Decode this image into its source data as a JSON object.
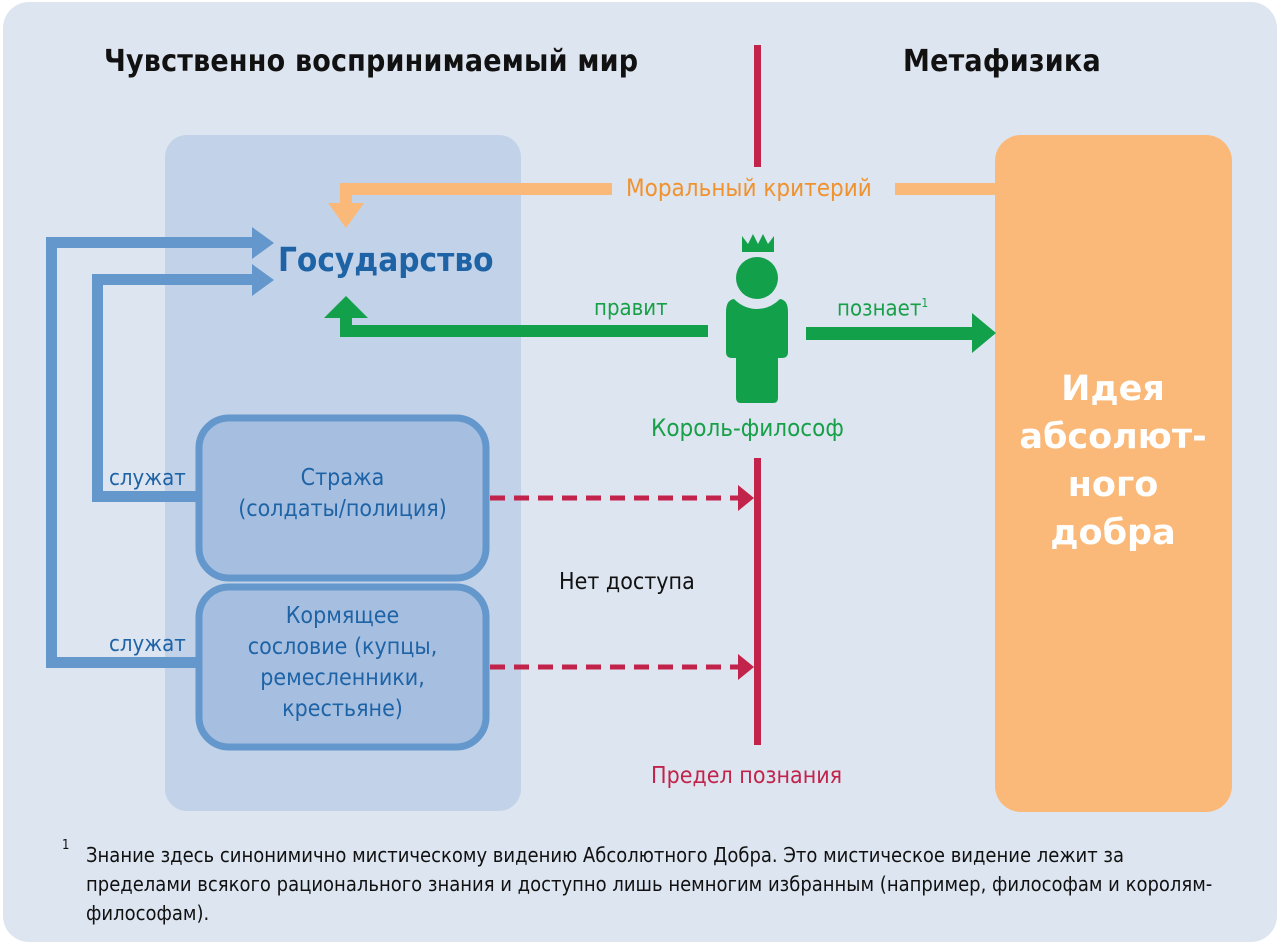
{
  "colors": {
    "background": "#dde5f1",
    "sensory_panel": "#c2d2e8",
    "blue": "#6497cc",
    "state_text": "#1e63a6",
    "orange": "#fab979",
    "orange_text": "#f0922e",
    "green": "#12a04a",
    "crimson": "#c2234a"
  },
  "headings": {
    "left": "Чувственно воспринимаемый мир",
    "right": "Метафизика"
  },
  "state": {
    "label": "Государство"
  },
  "moral_criterion": {
    "label": "Моральный критерий"
  },
  "philosopher_king": {
    "label": "Король-философ",
    "rules_label": "правит",
    "knows_label": "познает",
    "knows_footnote_mark": "1"
  },
  "classes": [
    {
      "lines": [
        "Стража",
        "(солдаты/полиция)"
      ],
      "serves_label": "служат"
    },
    {
      "lines": [
        "Кормящее",
        "сословие (купцы,",
        "ремесленники,",
        "крестьяне)"
      ],
      "serves_label": "служат"
    }
  ],
  "no_access": {
    "label": "Нет доступа"
  },
  "limit_of_knowledge": {
    "label": "Предел познания"
  },
  "idea_of_good": {
    "lines": [
      "Идея",
      "абсолют-",
      "ного",
      "добра"
    ]
  },
  "footnote": {
    "mark": "1",
    "text": "Знание здесь синонимично мистическому видению Абсолютного Добра. Это мистическое видение лежит за пределами всякого рационального знания и доступно лишь немногим избранным (например, философам и королям-философам)."
  }
}
